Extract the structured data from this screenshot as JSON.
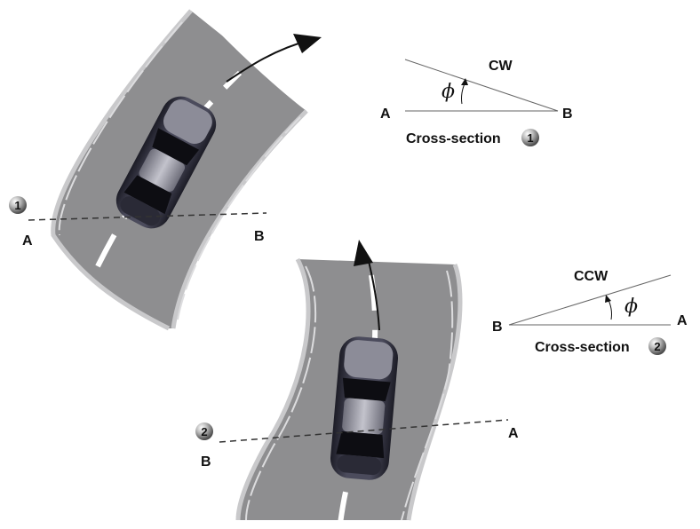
{
  "scene1": {
    "marker_number": "1",
    "label_a": "A",
    "label_b": "B"
  },
  "scene2": {
    "marker_number": "2",
    "label_a": "A",
    "label_b": "B"
  },
  "diagram_cw": {
    "title": "CW",
    "angle_symbol": "ϕ",
    "label_a": "A",
    "label_b": "B",
    "caption": "Cross-section",
    "badge_number": "1"
  },
  "diagram_ccw": {
    "title": "CCW",
    "angle_symbol": "ϕ",
    "label_a": "A",
    "label_b": "B",
    "caption": "Cross-section",
    "badge_number": "2"
  },
  "colors": {
    "road": "#8e8e90",
    "road_edge": "#c9c9cb",
    "car_body": "#3a3a48",
    "car_roof": "#9a9aa4",
    "glass": "#0d0d12",
    "lane_marking": "#ffffff"
  }
}
